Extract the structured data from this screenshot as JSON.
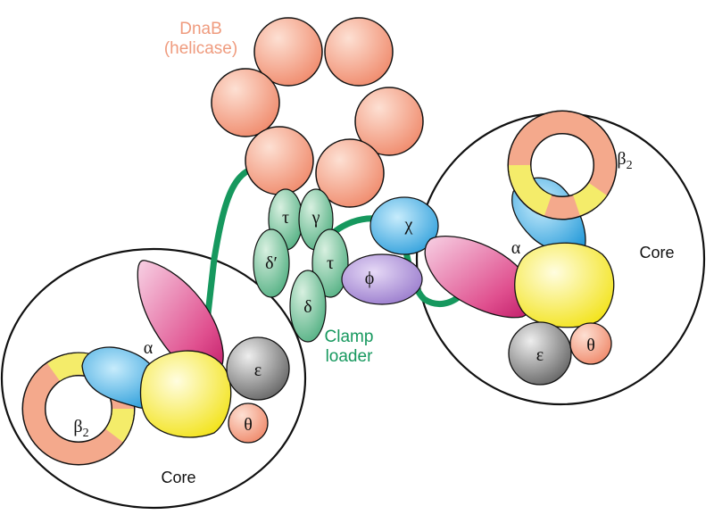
{
  "helicase": {
    "name": "DnaB",
    "subtitle": "(helicase)"
  },
  "clamp_loader": {
    "line1": "Clamp",
    "line2": "loader",
    "subunits": {
      "tau_top": "τ",
      "gamma": "γ",
      "delta_prime": "δ′",
      "tau_bottom": "τ",
      "delta": "δ",
      "chi": "χ",
      "psi": "ϕ"
    }
  },
  "left_core": {
    "label": "Core",
    "alpha": "α",
    "epsilon": "ε",
    "theta": "θ",
    "beta": "β",
    "beta_sub": "2"
  },
  "right_core": {
    "label": "Core",
    "alpha": "α",
    "epsilon": "ε",
    "theta": "θ",
    "beta": "β",
    "beta_sub": "2"
  },
  "colors": {
    "helicase": "#f4a98c",
    "clamp_loader": "#16985e",
    "alpha": "#e0508f",
    "core_yellow": "#f7ef3a",
    "blue": "#4fb3e6",
    "epsilon": "#8a8a8a",
    "psi": "#a98ad3",
    "subunit_green": "#8fcfa8"
  }
}
